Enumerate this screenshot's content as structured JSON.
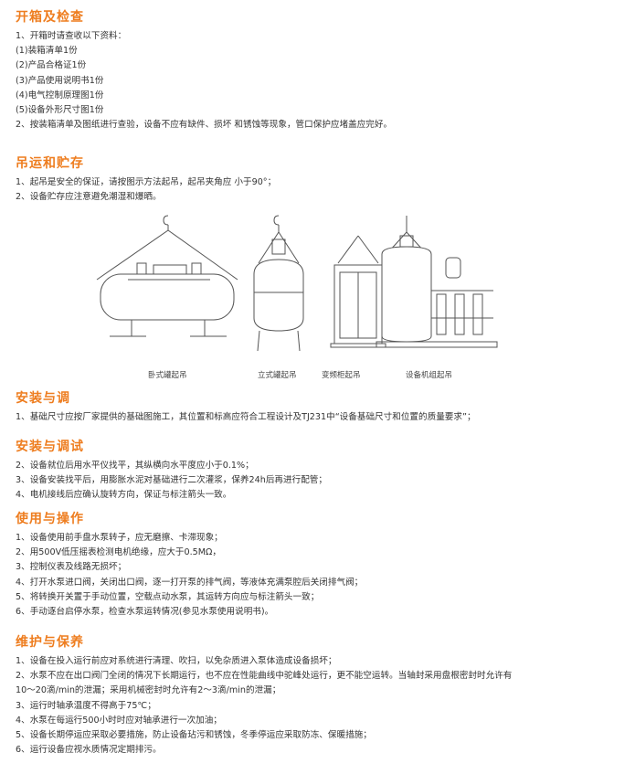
{
  "sections": {
    "unpack": {
      "title": "开箱及检查",
      "lines": [
        "1、开箱时请查收以下资料：",
        "(1)装箱清单1份",
        "(2)产品合格证1份",
        "(3)产品使用说明书1份",
        "(4)电气控制原理图1份",
        "(5)设备外形尺寸图1份",
        "2、按装箱清单及图纸进行查验，设备不应有缺件、损坏    和锈蚀等现象，管口保护应堵盖应完好。"
      ]
    },
    "lifting": {
      "title": "吊运和贮存",
      "lines": [
        "1、起吊是安全的保证，请按图示方法起吊，起吊夹角应    小于90°；",
        "2、设备贮存应注意避免潮湿和爆晒。"
      ],
      "captions": [
        "卧式罐起吊",
        "立式罐起吊",
        "变频柜起吊",
        "设备机组起吊"
      ]
    },
    "install": {
      "title": "安装与调",
      "lines": [
        "1、基础尺寸应按厂家提供的基础图施工，其位置和标高应符合工程设计及TJ231中“设备基础尺寸和位置的质量要求”；"
      ]
    },
    "install_debug": {
      "title": "安装与调试",
      "lines": [
        "2、设备就位后用水平仪找平，其纵横向水平度应小于0.1%；",
        "3、设备安装找平后，用膨胀水泥对基础进行二次灌浆，保养24h后再进行配管；",
        "4、电机接线后应确认旋转方向，保证与标注箭头一致。"
      ]
    },
    "operation": {
      "title": "使用与操作",
      "lines": [
        "1、设备使用前手盘水泵转子，应无磨擦、卡滞现象；",
        "2、用500V低压摇表检测电机绝缘，应大于0.5MΩ，",
        "3、控制仪表及线路无损坏；",
        "4、打开水泵进口阀，关闭出口阀，逐一打开泵的排气阀，等液体充满泵腔后关闭排气阀；",
        "5、将转换开关置于手动位置，空载点动水泵，其运转方向应与标注箭头一致；",
        "6、手动逐台启停水泵，检查水泵运转情况(参见水泵使用说明书)。"
      ]
    },
    "maintenance": {
      "title": "维护与保养",
      "lines": [
        "1、设备在投入运行前应对系统进行清理、吹扫，以免杂质进入泵体造成设备损坏；",
        "2、水泵不应在出口阀门全闭的情况下长期运行，也不应在性能曲线中驼峰处运行，更不能空运转。当轴封采用盘根密封时允许有",
        "10～20滴/min的泄漏；采用机械密封时允许有2～3滴/min的泄漏；",
        "3、运行时轴承温度不得高于75℃；",
        "4、水泵在每运行500小时时应对轴承进行一次加油；",
        "5、设备长期停运应采取必要措施，防止设备玷污和锈蚀，冬季停运应采取防冻、保暖措施；",
        "6、运行设备应视水质情况定期排污。"
      ]
    }
  },
  "colors": {
    "heading": "#ee7d1f",
    "text": "#333333"
  }
}
